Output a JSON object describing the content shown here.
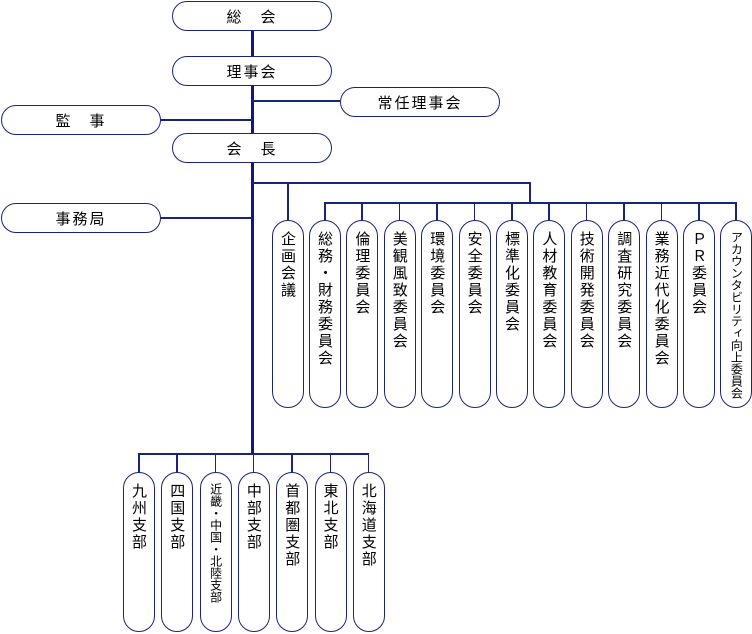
{
  "chart_data": {
    "type": "org-chart",
    "nodes": {
      "general_assembly": "総　会",
      "board": "理事会",
      "executive_board": "常任理事会",
      "auditor": "監　事",
      "president": "会　長",
      "secretariat": "事務局",
      "planning": "企画会議",
      "committees": [
        "総務・財務委員会",
        "倫理委員会",
        "美観風致委員会",
        "環境委員会",
        "安全委員会",
        "標準化委員会",
        "人材教育委員会",
        "技術開発委員会",
        "調査研究委員会",
        "業務近代化委員会",
        "ＰＲ委員会",
        "アカウンタビリティ向上委員会"
      ],
      "branches": [
        "九州支部",
        "四国支部",
        "近畿・中国・北陸支部",
        "中部支部",
        "首都圏支部",
        "東北支部",
        "北海道支部"
      ]
    },
    "edges": [
      [
        "general_assembly",
        "board"
      ],
      [
        "board",
        "executive_board"
      ],
      [
        "board",
        "president"
      ],
      [
        "auditor",
        "board-president-link"
      ],
      [
        "president",
        "secretariat"
      ],
      [
        "president",
        "planning"
      ],
      [
        "president",
        "committees"
      ],
      [
        "president",
        "branches"
      ]
    ],
    "colors": {
      "line": "#1a237e",
      "border": "#1a237e",
      "background": "#ffffff"
    }
  }
}
